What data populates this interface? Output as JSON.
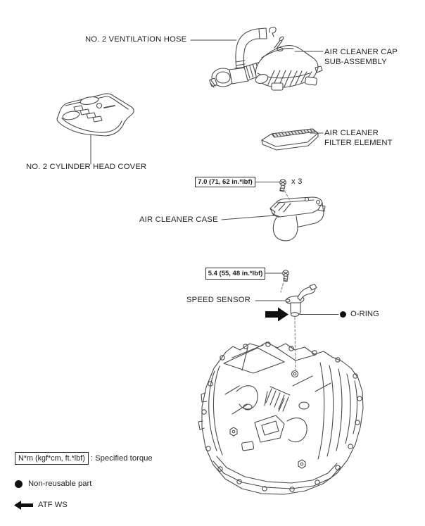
{
  "colors": {
    "background": "#ffffff",
    "line_art": "#4a4a4a",
    "text": "#232323",
    "symbol_black": "#101010"
  },
  "labels": {
    "ventilation_hose": "NO. 2 VENTILATION HOSE",
    "air_cleaner_cap": [
      "AIR CLEANER CAP",
      "SUB-ASSEMBLY"
    ],
    "air_cleaner_filter": [
      "AIR CLEANER",
      "FILTER ELEMENT"
    ],
    "cylinder_head_cover": "NO. 2 CYLINDER HEAD COVER",
    "air_cleaner_case": "AIR CLEANER CASE",
    "speed_sensor": "SPEED SENSOR",
    "o_ring": "O-RING",
    "bolt_quantity": "x 3"
  },
  "torque": {
    "air_cleaner_case_bolts": "7.0 (71, 62 in.*lbf)",
    "speed_sensor_bolt": "5.4 (55, 48 in.*lbf)"
  },
  "legend": {
    "torque_unit_box": "N*m (kgf*cm, ft.*lbf)",
    "torque_meaning": ": Specified torque",
    "non_reusable_text": "Non-reusable part",
    "atf_text": "ATF WS"
  },
  "icons": {
    "non_reusable_bullet": "black-dot",
    "atf_ws_arrow": "black-left-arrow",
    "atf_apply_arrow": "black-right-arrow",
    "case_bolt": "screw-with-dashed-line",
    "sensor_bolt": "screw-with-dashed-line"
  }
}
